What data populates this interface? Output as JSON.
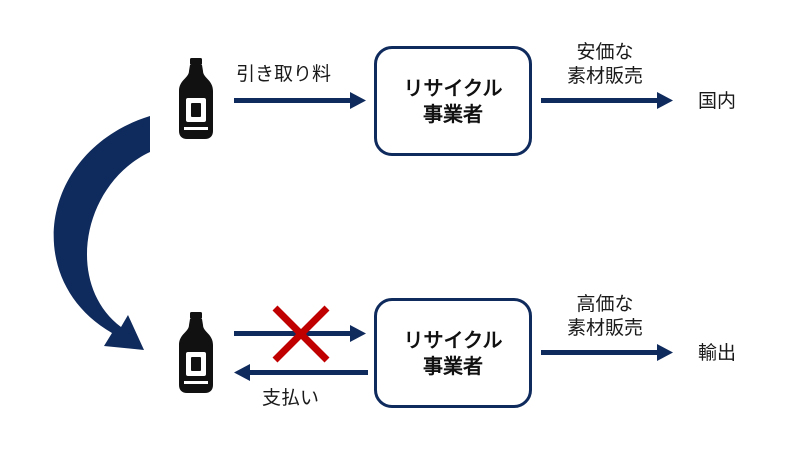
{
  "colors": {
    "navy": "#0f2a5c",
    "cross": "#c00000",
    "text": "#1a1a1a"
  },
  "icons": [
    "bottle-icon",
    "arrow-right-icon",
    "arrow-left-icon",
    "curved-arrow-icon",
    "cross-icon"
  ],
  "top": {
    "fee_label": "引き取り料",
    "box_line1": "リサイクル",
    "box_line2": "事業者",
    "sale_line1": "安価な",
    "sale_line2": "素材販売",
    "destination": "国内"
  },
  "bottom": {
    "payment_label": "支払い",
    "box_line1": "リサイクル",
    "box_line2": "事業者",
    "sale_line1": "高価な",
    "sale_line2": "素材販売",
    "destination": "輸出"
  }
}
